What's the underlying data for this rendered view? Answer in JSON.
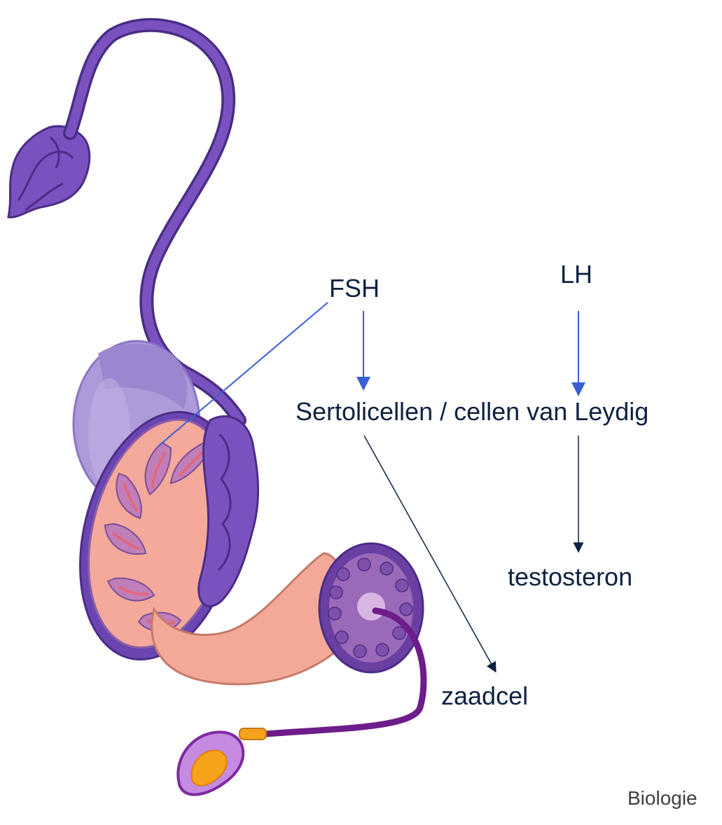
{
  "labels": {
    "fsh": "FSH",
    "lh": "LH",
    "cells": "Sertolicellen / cellen van Leydig",
    "testosterone": "testosteron",
    "sperm": "zaadcel"
  },
  "footer": "Biologie",
  "colors": {
    "text": "#0f2140",
    "hormone_arrow": "#3a5fd6",
    "product_arrow": "#0f2140",
    "purple_dark": "#5b3a9e",
    "purple_mid": "#7a52c0",
    "purple_light": "#ad9ad8",
    "tissue_pink": "#f4a99a",
    "tissue_red": "#e0687e",
    "sperm_orange": "#f7a21b"
  }
}
